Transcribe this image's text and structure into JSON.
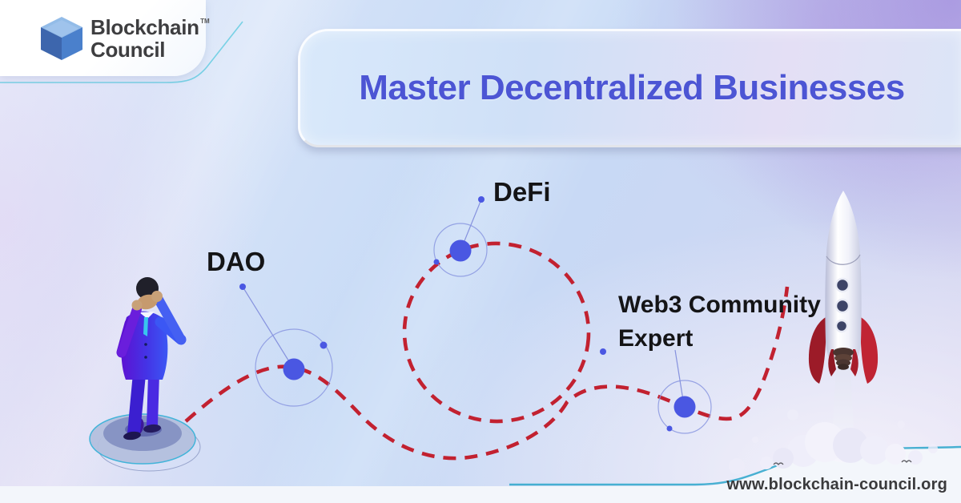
{
  "brand": {
    "line1": "Blockchain",
    "line2": "Council",
    "trademark": "TM"
  },
  "header": {
    "title": "Master Decentralized Businesses"
  },
  "roadmap": {
    "milestones": [
      {
        "label": "DAO"
      },
      {
        "label": "DeFi"
      },
      {
        "label": "Web3 Community Expert"
      }
    ]
  },
  "footer": {
    "website_url": "www.blockchain-council.org"
  },
  "colors": {
    "title_text": "#4c55d4",
    "path_red": "#c22130",
    "node_blue": "#4a57e2",
    "swoosh_teal": "#3ab2d8",
    "cube_top": "#93bce8",
    "cube_left": "#3d66ad",
    "cube_right": "#4a80cc",
    "suit_purple": "#5c12d2",
    "suit_blue": "#3b57f4"
  }
}
